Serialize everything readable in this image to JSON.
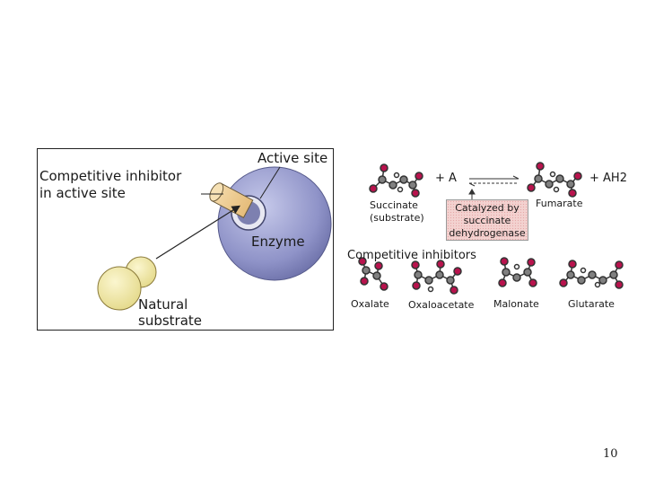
{
  "left_panel": {
    "active_site_label": "Active site",
    "inhibitor_label_line1": "Competitive inhibitor",
    "inhibitor_label_line2": "in active site",
    "enzyme_label": "Enzyme",
    "substrate_label_line1": "Natural",
    "substrate_label_line2": "substrate"
  },
  "reaction": {
    "substrate_line1": "Succinate",
    "substrate_line2": "(substrate)",
    "plus_a": "+ A",
    "product": "Fumarate",
    "plus_ah2": "+ AH2",
    "catalyst_line1": "Catalyzed by",
    "catalyst_line2": "succinate",
    "catalyst_line3": "dehydrogenase"
  },
  "inhibitors": {
    "heading": "Competitive inhibitors",
    "names": [
      "Oxalate",
      "Oxaloacetate",
      "Malonate",
      "Glutarate"
    ]
  },
  "page_number": "10",
  "colors": {
    "enzyme": "#8f93c8",
    "substrate": "#f0e7a0",
    "oxygen_atom": "#b8134d",
    "carbon_atom": "#808080",
    "catalyst_box": "#f3d2d0"
  }
}
